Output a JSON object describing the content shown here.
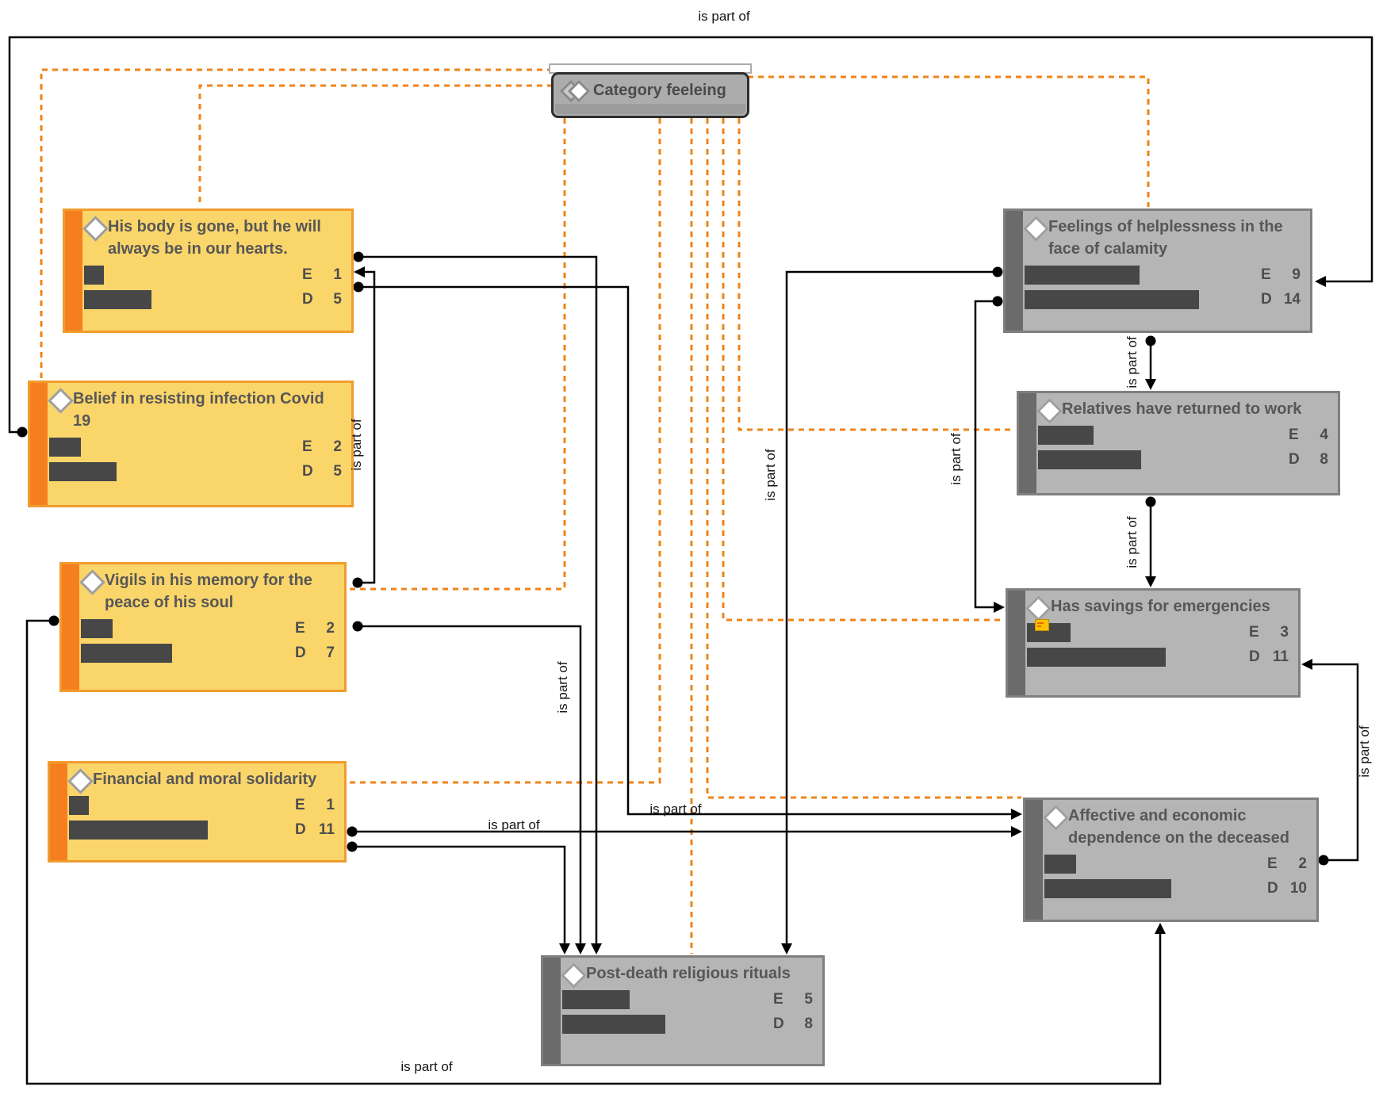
{
  "category": {
    "label": "Category feeleing"
  },
  "edge_label": "is part of",
  "stat_labels": {
    "e": "E",
    "d": "D"
  },
  "nodes": [
    {
      "id": "his-body",
      "title1": "His body is gone, but he will",
      "title2": "always be in our hearts.",
      "e": 1,
      "d": 5,
      "style": "yellow"
    },
    {
      "id": "belief",
      "title1": "Belief in resisting infection Covid",
      "title2": "19",
      "e": 2,
      "d": 5,
      "style": "yellow"
    },
    {
      "id": "vigils",
      "title1": "Vigils in his memory for the",
      "title2": "peace of his soul",
      "e": 2,
      "d": 7,
      "style": "yellow"
    },
    {
      "id": "financial",
      "title1": "Financial and moral solidarity",
      "title2": "",
      "e": 1,
      "d": 11,
      "style": "yellow"
    },
    {
      "id": "feelings",
      "title1": "Feelings of helplessness in the",
      "title2": "face of calamity",
      "e": 9,
      "d": 14,
      "style": "gray"
    },
    {
      "id": "relatives",
      "title1": "Relatives have returned to work",
      "title2": "",
      "e": 4,
      "d": 8,
      "style": "gray"
    },
    {
      "id": "has-savings",
      "title1": "Has savings for emergencies",
      "title2": "",
      "e": 3,
      "d": 11,
      "style": "gray",
      "memo": true
    },
    {
      "id": "affective",
      "title1": "Affective and economic",
      "title2": "dependence on the deceased",
      "e": 2,
      "d": 10,
      "style": "gray"
    },
    {
      "id": "post-death",
      "title1": "Post-death religious rituals",
      "title2": "",
      "e": 5,
      "d": 8,
      "style": "gray"
    }
  ],
  "colors": {
    "yellow_body": "#FAD56A",
    "yellow_stripe": "#F57F1F",
    "yellow_border": "#F09C2E",
    "gray_body": "#B5B5B5",
    "gray_stripe": "#6B6B6B",
    "gray_border": "#7F7F7F",
    "bar": "#474747",
    "link": "#000000",
    "category_link": "#F08318",
    "text": "#575757"
  }
}
